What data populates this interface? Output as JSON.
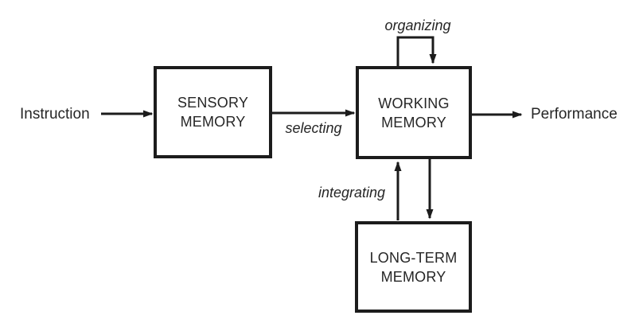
{
  "colors": {
    "line": "#1c1c1c",
    "text": "#262626",
    "background": "#ffffff"
  },
  "nodes": {
    "sensory_memory": {
      "line1": "SENSORY",
      "line2": "MEMORY"
    },
    "working_memory": {
      "line1": "WORKING",
      "line2": "MEMORY"
    },
    "long_term_memory": {
      "line1": "LONG-TERM",
      "line2": "MEMORY"
    }
  },
  "labels": {
    "input": "Instruction",
    "output": "Performance",
    "selecting": "selecting",
    "organizing": "organizing",
    "integrating": "integrating"
  },
  "edges": [
    {
      "from": "Instruction",
      "to": "SENSORY MEMORY",
      "label": ""
    },
    {
      "from": "SENSORY MEMORY",
      "to": "WORKING MEMORY",
      "label": "selecting"
    },
    {
      "from": "WORKING MEMORY",
      "to": "WORKING MEMORY",
      "label": "organizing"
    },
    {
      "from": "WORKING MEMORY",
      "to": "Performance",
      "label": ""
    },
    {
      "from": "LONG-TERM MEMORY",
      "to": "WORKING MEMORY",
      "label": "integrating"
    },
    {
      "from": "WORKING MEMORY",
      "to": "LONG-TERM MEMORY",
      "label": "integrating"
    }
  ]
}
